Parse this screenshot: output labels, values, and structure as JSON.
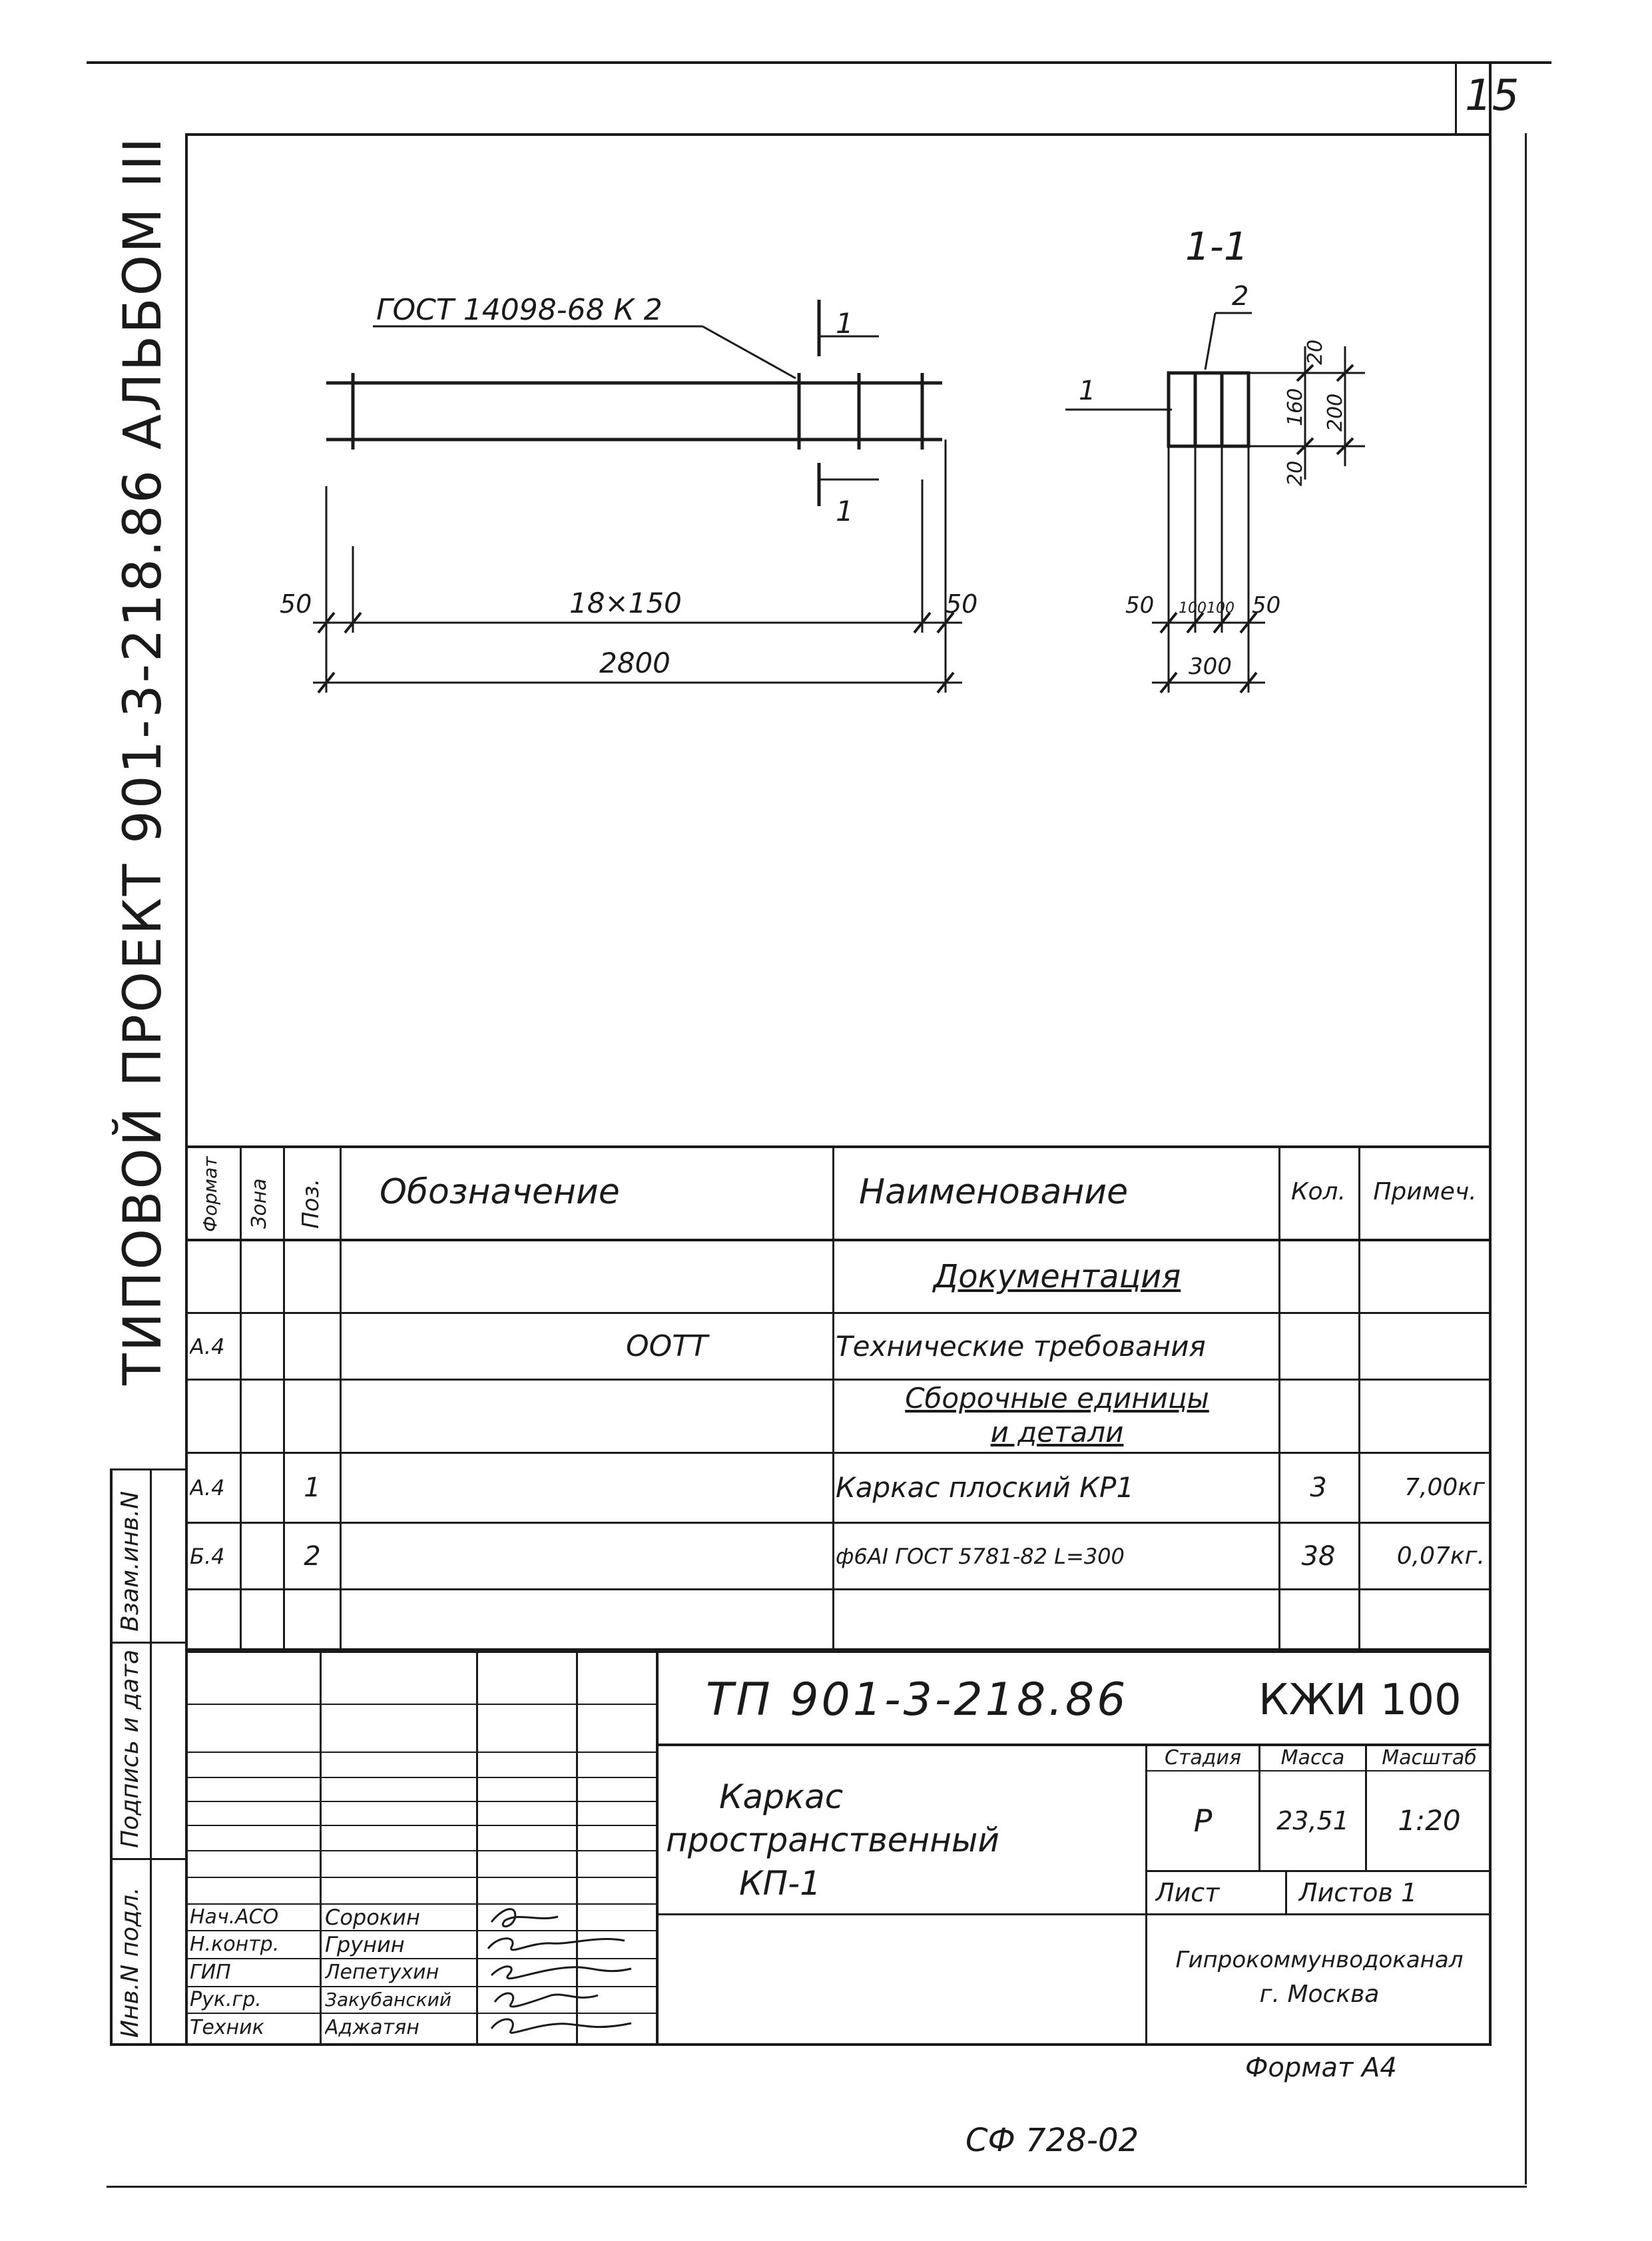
{
  "sheet": {
    "page_number": "15",
    "side_stamp": "ТИПОВОЙ ПРОЕКТ 901-3-218.86 АЛЬБОМ III",
    "side_cells": [
      "Взам.инв.N",
      "Подпись и дата",
      "Инв.N подл."
    ],
    "bottom_code": "СФ 728-02",
    "format": "Формат А4"
  },
  "drawing": {
    "section_title": "1-1",
    "gost_label": "ГОСТ 14098-68 К 2",
    "cut_marks": [
      "1",
      "1"
    ],
    "dims_main": {
      "left_end": "50",
      "pitch": "18×150",
      "right_end": "50",
      "total": "2800"
    },
    "section": {
      "pos1": "1",
      "pos2": "2",
      "v_top": "20",
      "v_mid": "160",
      "v_bot": "20",
      "v_total": "200",
      "h": [
        "50",
        "100",
        "100",
        "50"
      ],
      "h_total": "300"
    }
  },
  "spec": {
    "headers": {
      "format": "Формат",
      "zone": "Зона",
      "pos": "Поз.",
      "designation": "Обозначение",
      "name": "Наименование",
      "qty": "Кол.",
      "note": "Примеч."
    },
    "rows": [
      {
        "format": "",
        "zone": "",
        "pos": "",
        "designation": "",
        "name": "Документация",
        "qty": "",
        "note": "",
        "heading": true
      },
      {
        "format": "А.4",
        "zone": "",
        "pos": "",
        "designation": "ООТТ",
        "name": "Технические требования",
        "qty": "",
        "note": ""
      },
      {
        "format": "",
        "zone": "",
        "pos": "",
        "designation": "",
        "name": "Сборочные единицы",
        "name2": "и детали",
        "qty": "",
        "note": "",
        "heading": true
      },
      {
        "format": "А.4",
        "zone": "",
        "pos": "1",
        "designation": "",
        "name": "Каркас плоский КР1",
        "qty": "3",
        "note": "7,00кг"
      },
      {
        "format": "Б.4",
        "zone": "",
        "pos": "2",
        "designation": "",
        "name": "ф6АI ГОСТ 5781-82 L=300",
        "qty": "38",
        "note": "0,07кг."
      },
      {
        "format": "",
        "zone": "",
        "pos": "",
        "designation": "",
        "name": "",
        "qty": "",
        "note": ""
      }
    ]
  },
  "title_block": {
    "doc_code": "ТП 901-3-218.86",
    "doc_suffix": "КЖИ 100",
    "title_lines": [
      "Каркас",
      "пространственный",
      "КП-1"
    ],
    "stage_label": "Стадия",
    "mass_label": "Масса",
    "scale_label": "Масштаб",
    "stage": "Р",
    "mass": "23,51",
    "scale": "1:20",
    "sheet_label": "Лист",
    "sheets_label": "Листов 1",
    "org_lines": [
      "Гипрокоммунводоканал",
      "г. Москва"
    ],
    "signers": [
      {
        "role": "Нач.АСО",
        "name": "Сорокин"
      },
      {
        "role": "Н.контр.",
        "name": "Грунин"
      },
      {
        "role": "ГИП",
        "name": "Лепетухин"
      },
      {
        "role": "Рук.гр.",
        "name": "Закубанский"
      },
      {
        "role": "Техник",
        "name": "Аджатян"
      }
    ]
  }
}
